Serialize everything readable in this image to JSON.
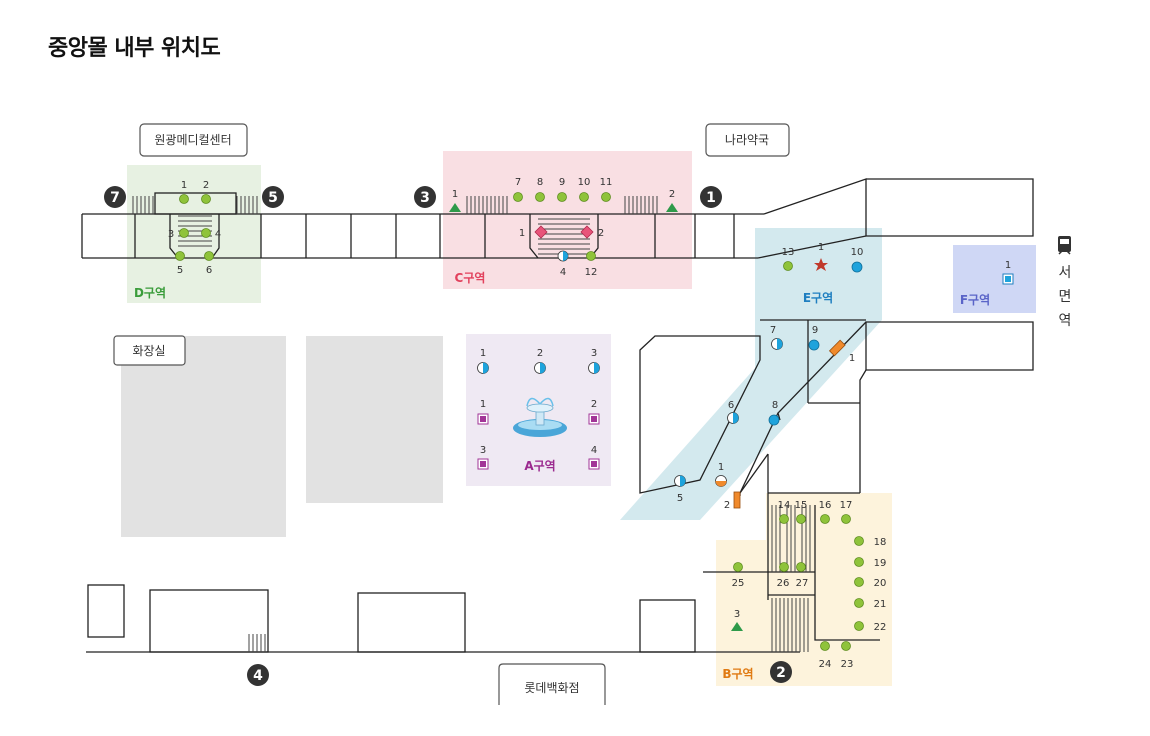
{
  "title": "중앙몰 내부 위치도",
  "landmarks": {
    "wongwang": "원광메디컬센터",
    "nara": "나라약국",
    "toilet": "화장실",
    "lotte": "롯데백화점"
  },
  "station": {
    "chars": [
      "서",
      "면",
      "역"
    ],
    "icon": "train-icon"
  },
  "exits": [
    "1",
    "2",
    "3",
    "4",
    "5",
    "7"
  ],
  "zones": {
    "A": {
      "label": "A구역",
      "color": "#9b2a8f"
    },
    "B": {
      "label": "B구역",
      "color": "#e07a12"
    },
    "C": {
      "label": "C구역",
      "color": "#e2415d"
    },
    "D": {
      "label": "D구역",
      "color": "#3a9c3a"
    },
    "E": {
      "label": "E구역",
      "color": "#1f7fc0"
    },
    "F": {
      "label": "F구역",
      "color": "#5a64c8"
    }
  },
  "markers": {
    "d": [
      "1",
      "2",
      "3",
      "4",
      "5",
      "6"
    ],
    "c_green": [
      "7",
      "8",
      "9",
      "10",
      "11",
      "12"
    ],
    "c_tri": [
      "1",
      "2"
    ],
    "c_diamond": [
      "1",
      "2"
    ],
    "c_half": "4",
    "a_half": [
      "1",
      "2",
      "3"
    ],
    "a_sq": [
      "1",
      "2",
      "3",
      "4"
    ],
    "e_top": [
      "13",
      "1",
      "10"
    ],
    "e_mid": [
      "7",
      "9",
      "6",
      "8",
      "5",
      "1",
      "1",
      "2"
    ],
    "f_sq": "1",
    "b_green": [
      "14",
      "15",
      "16",
      "17",
      "18",
      "19",
      "20",
      "21",
      "22",
      "23",
      "24",
      "25",
      "26",
      "27"
    ],
    "b_tri": "3"
  },
  "colors": {
    "green": "#8fc33a",
    "blue": "#1ea3dc",
    "pink": "#e8547a",
    "purple": "#a23597",
    "tri": "#2e9a4a",
    "orange": "#f08a2c"
  }
}
